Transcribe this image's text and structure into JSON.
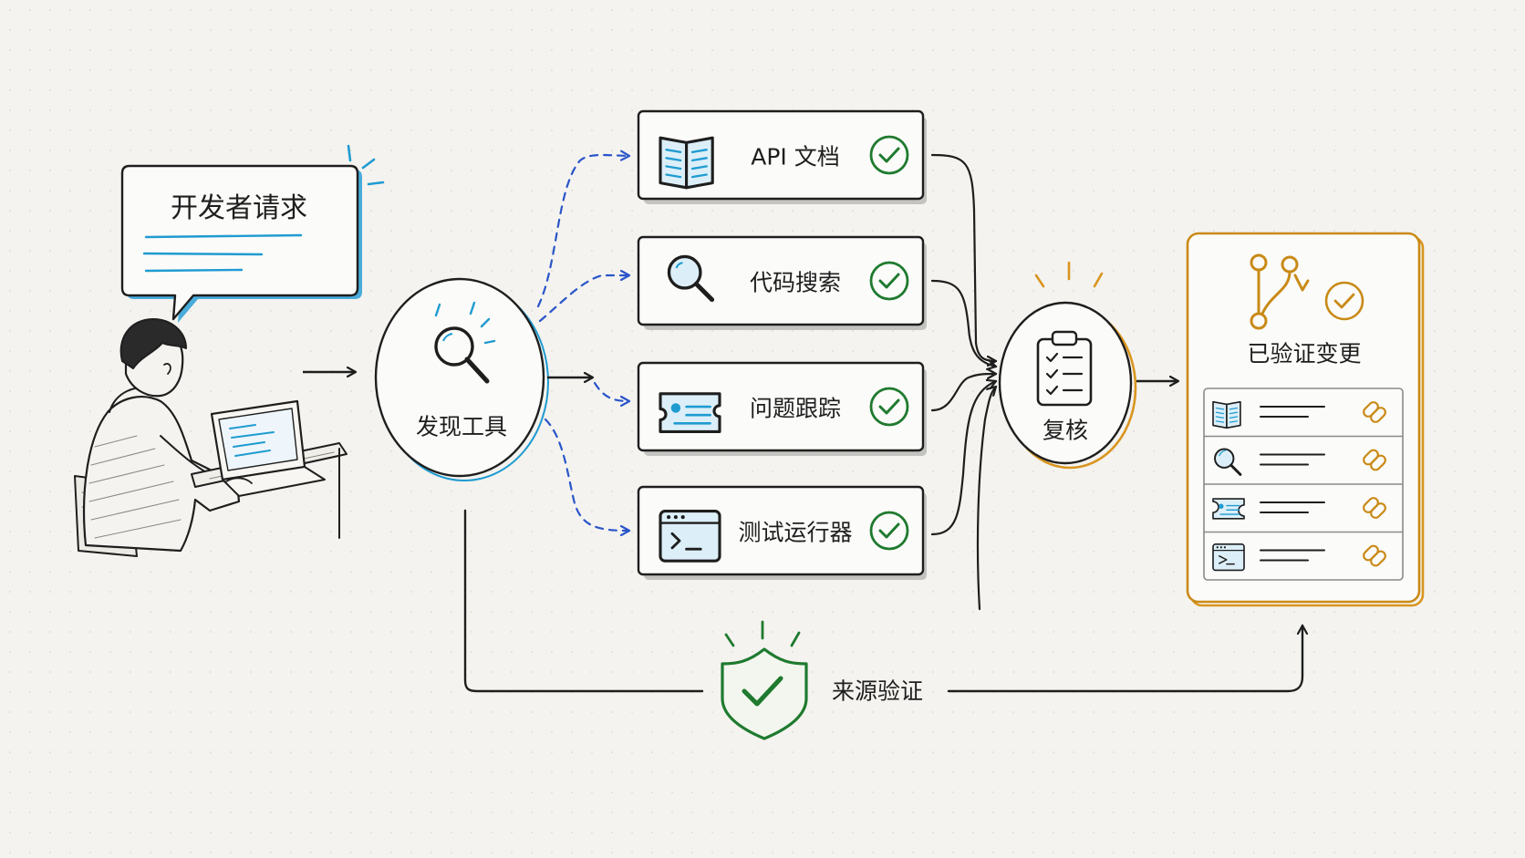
{
  "request": {
    "label": "开发者请求"
  },
  "discovery": {
    "label": "发现工具"
  },
  "tools": [
    {
      "id": "api-docs",
      "label": "API 文档",
      "icon": "book-icon",
      "status": "verified"
    },
    {
      "id": "code-search",
      "label": "代码搜索",
      "icon": "magnifier-icon",
      "status": "verified"
    },
    {
      "id": "issue-tracker",
      "label": "问题跟踪",
      "icon": "ticket-icon",
      "status": "verified"
    },
    {
      "id": "test-runner",
      "label": "测试运行器",
      "icon": "terminal-icon",
      "status": "verified"
    }
  ],
  "review": {
    "label": "复核",
    "icon": "clipboard-checklist-icon"
  },
  "result": {
    "label": "已验证变更",
    "icon": "git-branch-icon",
    "rows": [
      {
        "icon": "book-icon",
        "link_icon": "link-icon"
      },
      {
        "icon": "magnifier-icon",
        "link_icon": "link-icon"
      },
      {
        "icon": "ticket-icon",
        "link_icon": "link-icon"
      },
      {
        "icon": "terminal-icon",
        "link_icon": "link-icon"
      }
    ]
  },
  "provenance": {
    "label": "来源验证",
    "icon": "shield-check-icon"
  },
  "colors": {
    "ink": "#1e1e1e",
    "blue": "#1f9bd1",
    "dashed_blue": "#2a55c9",
    "green": "#1f7a2f",
    "orange": "#d9951f",
    "card_bg": "#fbfbf9",
    "shadow": "#9a9a98"
  }
}
